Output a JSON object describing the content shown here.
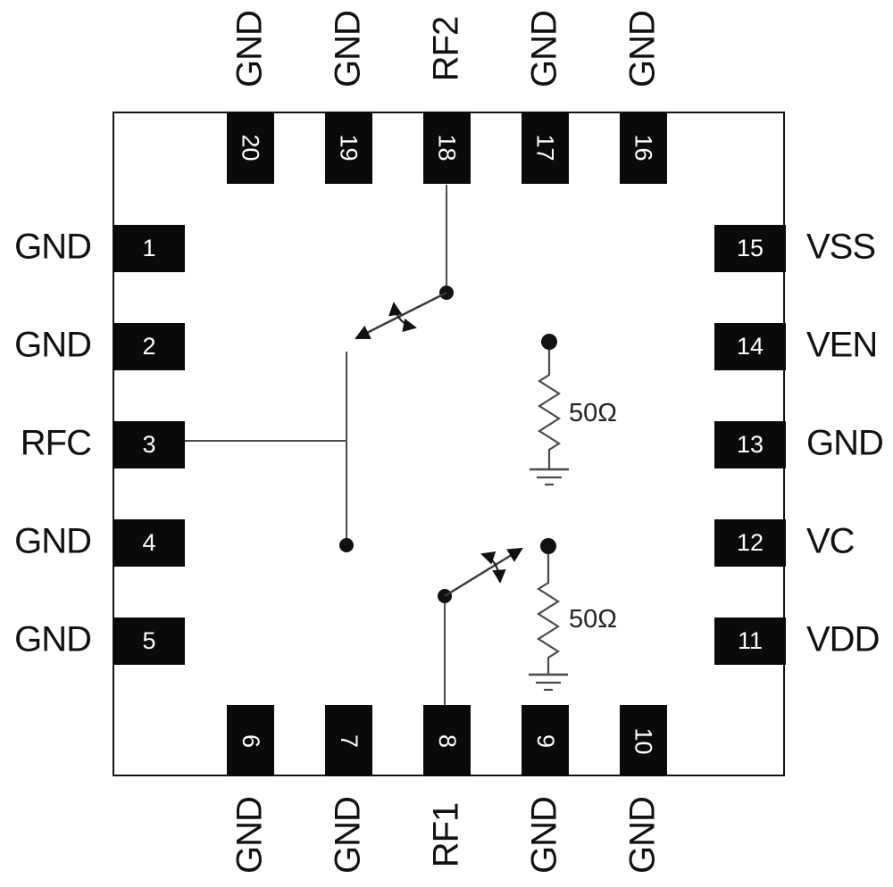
{
  "pins": {
    "top": [
      {
        "number": "20",
        "label": "GND"
      },
      {
        "number": "19",
        "label": "GND"
      },
      {
        "number": "18",
        "label": "RF2"
      },
      {
        "number": "17",
        "label": "GND"
      },
      {
        "number": "16",
        "label": "GND"
      }
    ],
    "right": [
      {
        "number": "15",
        "label": "VSS"
      },
      {
        "number": "14",
        "label": "VEN"
      },
      {
        "number": "13",
        "label": "GND"
      },
      {
        "number": "12",
        "label": "VC"
      },
      {
        "number": "11",
        "label": "VDD"
      }
    ],
    "left": [
      {
        "number": "1",
        "label": "GND"
      },
      {
        "number": "2",
        "label": "GND"
      },
      {
        "number": "3",
        "label": "RFC"
      },
      {
        "number": "4",
        "label": "GND"
      },
      {
        "number": "5",
        "label": "GND"
      }
    ],
    "bottom": [
      {
        "number": "6",
        "label": "GND"
      },
      {
        "number": "7",
        "label": "GND"
      },
      {
        "number": "8",
        "label": "RF1"
      },
      {
        "number": "9",
        "label": "GND"
      },
      {
        "number": "10",
        "label": "GND"
      }
    ]
  },
  "terminations": {
    "upper": {
      "value": "50Ω"
    },
    "lower": {
      "value": "50Ω"
    }
  },
  "icons": {
    "switch_toggle": "double-arrow-icon",
    "ground": "ground-icon"
  },
  "colors": {
    "background": "#ffffff",
    "pin_fill": "#0a0a0a",
    "pin_number": "#ffffff",
    "outline": "#111111",
    "wire": "#4a4a4a",
    "text": "#111111"
  }
}
